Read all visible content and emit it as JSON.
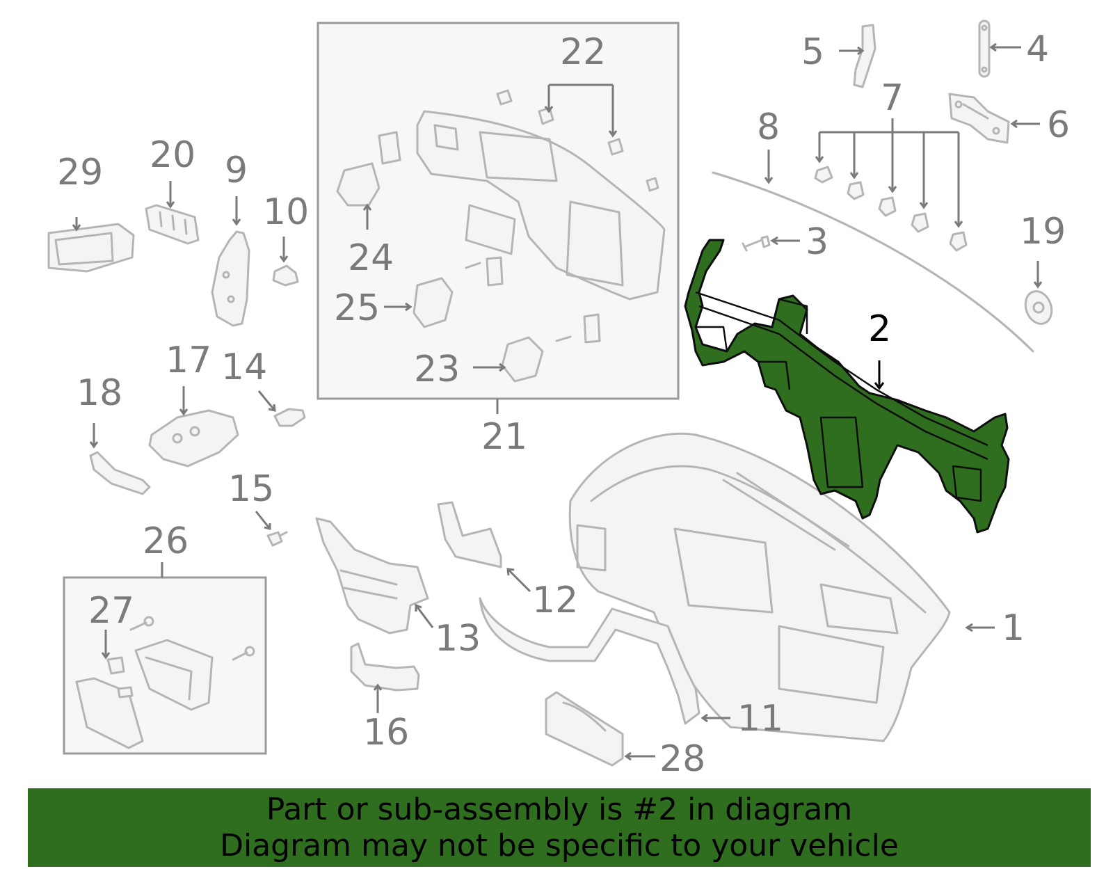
{
  "colors": {
    "highlight_part": "#2f6e1f",
    "banner": "#2f6e1f",
    "label_gray": "#7a7a7a",
    "part_outline": "#b5b5b5"
  },
  "callouts": {
    "c1": "1",
    "c2": "2",
    "c3": "3",
    "c4": "4",
    "c5": "5",
    "c6": "6",
    "c7": "7",
    "c8": "8",
    "c9": "9",
    "c10": "10",
    "c11": "11",
    "c12": "12",
    "c13": "13",
    "c14": "14",
    "c15": "15",
    "c16": "16",
    "c17": "17",
    "c18": "18",
    "c19": "19",
    "c20": "20",
    "c21": "21",
    "c22": "22",
    "c23": "23",
    "c24": "24",
    "c25": "25",
    "c26": "26",
    "c27": "27",
    "c28": "28",
    "c29": "29"
  },
  "highlighted_callout": "2",
  "banner": {
    "line1": "Part or sub-assembly is #2 in diagram",
    "line2": "Diagram may not be specific to your vehicle"
  }
}
